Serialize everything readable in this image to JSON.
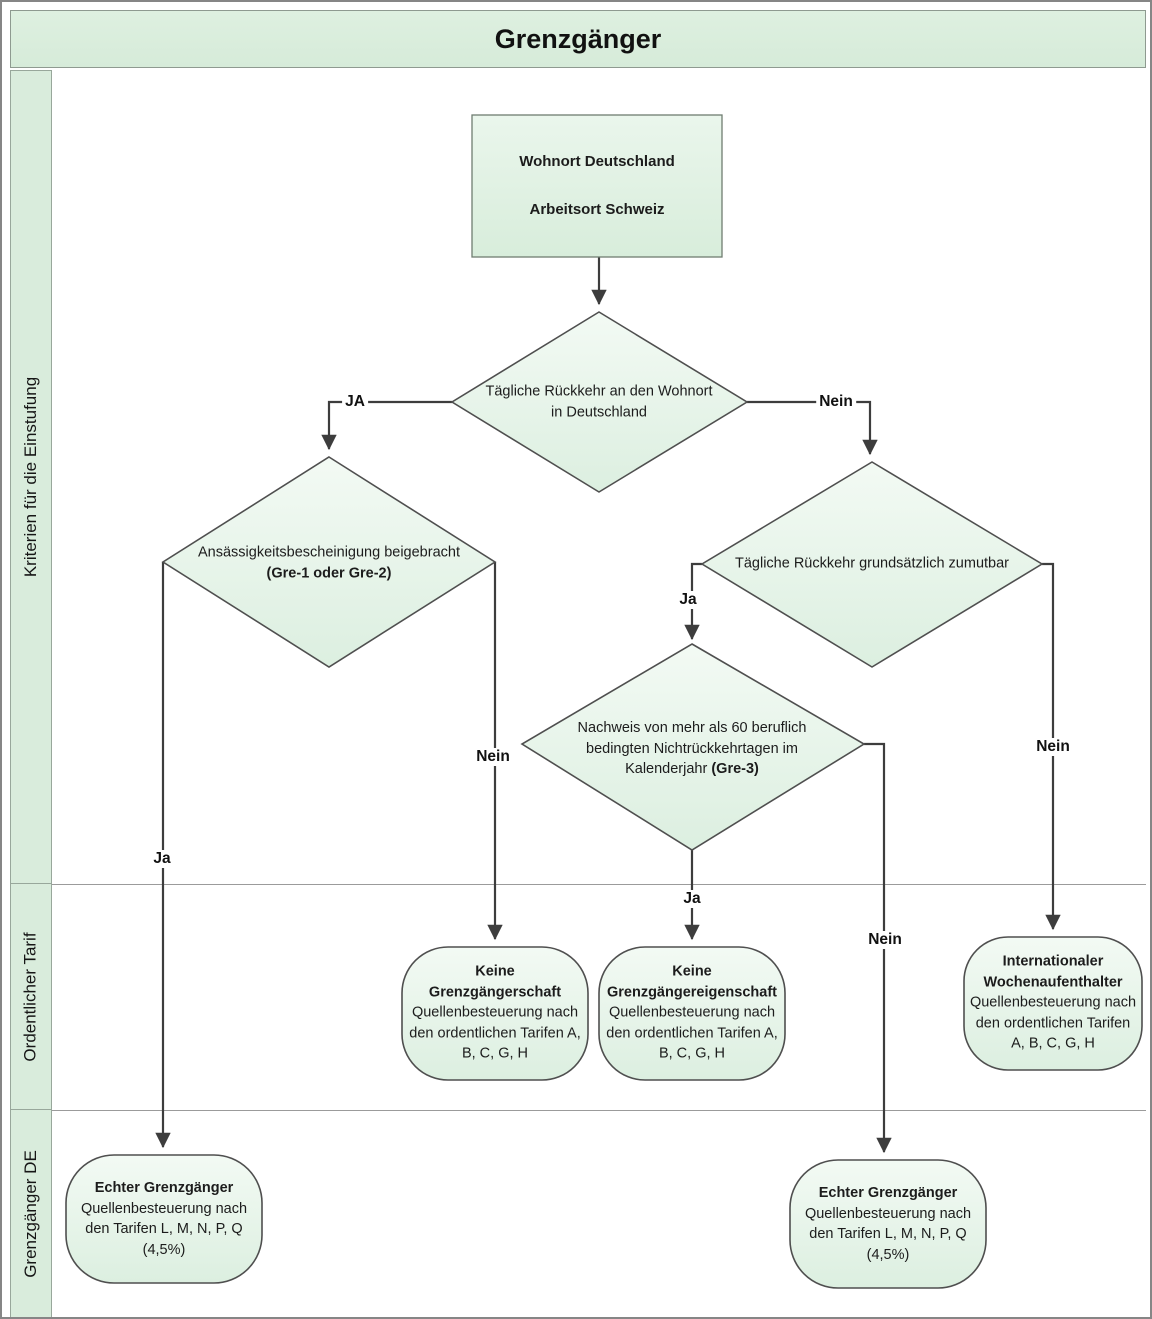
{
  "title": "Grenzgänger",
  "sidebar": {
    "bands": [
      {
        "label": "Kriterien für die Einstufung"
      },
      {
        "label": "Ordentlicher Tarif"
      },
      {
        "label": "Grenzgänger DE"
      }
    ]
  },
  "start": {
    "line1": "Wohnort Deutschland",
    "line2": "Arbeitsort Schweiz"
  },
  "decisions": {
    "daily_return": {
      "text": "Tägliche Rückkehr an den Wohnort in Deutschland"
    },
    "residency_cert": {
      "text": "Ansässigkeitsbescheinigung beigebracht",
      "note": "(Gre-1 oder Gre-2)"
    },
    "return_reasonable": {
      "text": "Tägliche Rückkehr grundsätzlich zumutbar"
    },
    "non_return_days": {
      "text": "Nachweis von mehr als 60 beruflich bedingten Nichtrückkehrtagen im Kalenderjahr ",
      "note": "(Gre-3)"
    }
  },
  "edge_labels": {
    "d1_yes": "JA",
    "d1_no": "Nein",
    "d2_yes": "Ja",
    "d2_no": "Nein",
    "d3_yes": "Ja",
    "d3_no": "Nein",
    "d4_yes": "Ja",
    "d4_no": "Nein"
  },
  "terminals": {
    "no_status": {
      "title": "Keine Grenzgängerschaft",
      "body": "Quellenbesteuerung nach den ordentlichen Tarifen A, B, C, G, H"
    },
    "no_property": {
      "title": "Keine Grenzgängereigenschaft",
      "body": "Quellenbesteuerung nach den ordentlichen Tarifen A, B, C, G, H"
    },
    "weekly_resident": {
      "title": "Internationaler Wochenaufenthalter",
      "body": "Quellenbesteuerung nach den ordentlichen Tarifen A, B, C, G, H"
    },
    "true_commuter_left": {
      "title": "Echter Grenzgänger",
      "body": "Quellenbesteuerung nach den Tarifen L, M, N, P, Q",
      "note": "(4,5%)"
    },
    "true_commuter_right": {
      "title": "Echter Grenzgänger",
      "body": "Quellenbesteuerung nach den Tarifen L, M, N, P, Q",
      "note": "(4,5%)"
    }
  },
  "colors": {
    "band_fill": "#d9ecdc",
    "shape_fill_top": "#f3faf4",
    "shape_fill_bottom": "#dcefe0",
    "shape_stroke": "#4f4f4f",
    "connector": "#3d3d3d",
    "divider": "#9b9b9b"
  }
}
